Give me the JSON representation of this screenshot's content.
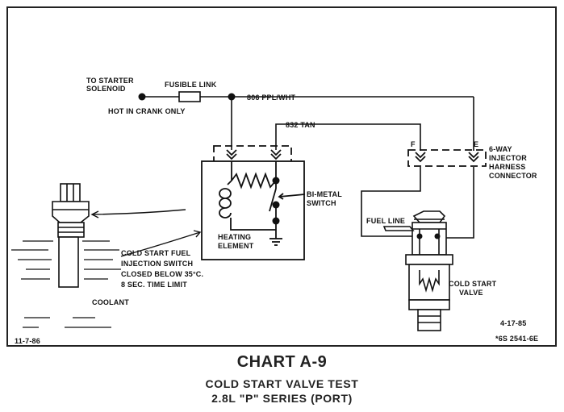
{
  "diagram": {
    "labels": {
      "to_starter_line1": "TO STARTER",
      "to_starter_line2": "SOLENOID",
      "hot_in_crank": "HOT IN CRANK ONLY",
      "fusible_link": "FUSIBLE LINK",
      "wire_806": "806 PPL/WHT",
      "wire_832": "832 TAN",
      "pin_f": "F",
      "pin_e": "E",
      "connector_line1": "6-WAY",
      "connector_line2": "INJECTOR",
      "connector_line3": "HARNESS",
      "connector_line4": "CONNECTOR",
      "bimetal_line1": "BI-METAL",
      "bimetal_line2": "SWITCH",
      "heating_line1": "HEATING",
      "heating_line2": "ELEMENT",
      "fuel_line": "FUEL LINE",
      "cold_start_valve_line1": "COLD START",
      "cold_start_valve_line2": "VALVE",
      "switch_line1": "COLD START FUEL",
      "switch_line2": "INJECTION SWITCH",
      "switch_line3": "CLOSED BELOW 35°C.",
      "switch_line4": "8 SEC. TIME LIMIT",
      "coolant": "COOLANT",
      "date_left": "11-7-86",
      "date_right": "4-17-85",
      "ref_code": "*6S 2541-6E"
    }
  },
  "caption": {
    "title": "CHART A-9",
    "subtitle_line1": "COLD START VALVE TEST",
    "subtitle_line2": "2.8L \"P\" SERIES (PORT)"
  }
}
